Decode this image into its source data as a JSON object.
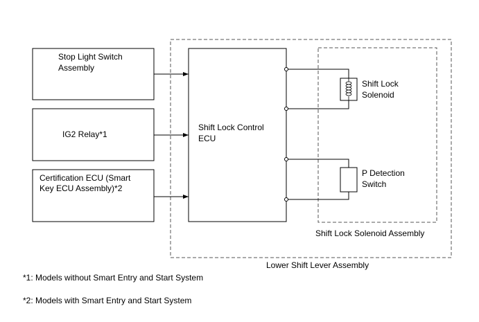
{
  "inputs": {
    "stop_light_line1": "Stop Light Switch",
    "stop_light_line2": "Assembly",
    "ig2_relay": "IG2 Relay*1",
    "cert_line1": "Certification ECU (Smart",
    "cert_line2": "Key ECU Assembly)*2"
  },
  "ecu": {
    "line1": "Shift Lock Control",
    "line2": "ECU"
  },
  "solenoid": {
    "line1": "Shift Lock",
    "line2": "Solenoid"
  },
  "p_switch": {
    "line1": "P Detection",
    "line2": "Switch"
  },
  "assemblies": {
    "inner": "Shift Lock Solenoid Assembly",
    "outer": "Lower Shift Lever Assembly"
  },
  "notes": {
    "note1": "*1: Models without Smart Entry and Start System",
    "note2": "*2: Models with Smart Entry and Start System"
  }
}
